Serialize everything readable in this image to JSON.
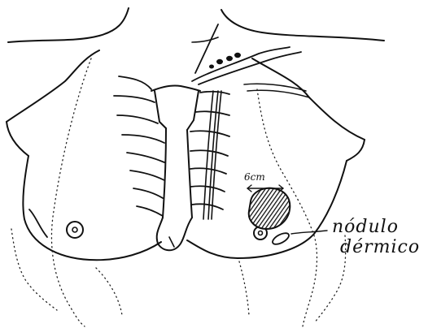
{
  "diagram": {
    "size_label": "6cm",
    "annotation_line1": "nódulo",
    "annotation_line2": "dérmico",
    "ink_color": "#111111",
    "lesion_fill": "#333333"
  }
}
